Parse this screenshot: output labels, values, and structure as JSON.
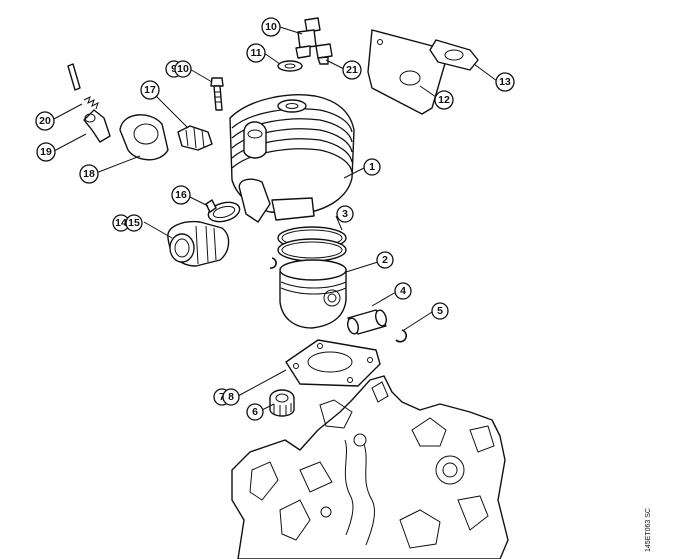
{
  "callouts": {
    "c1": "1",
    "c2": "2",
    "c3": "3",
    "c4": "4",
    "c5": "5",
    "c6": "6",
    "c7": "7",
    "c8": "8",
    "c9": "9",
    "c10": "10",
    "c12": "12",
    "c13": "13",
    "c14": "14",
    "c15": "15",
    "c16": "16",
    "c17": "17",
    "c18": "18",
    "c19": "19",
    "c20": "20",
    "c21": "21",
    "c10b": "10",
    "c11": "11"
  },
  "drawing_code": "145ET063 SC"
}
